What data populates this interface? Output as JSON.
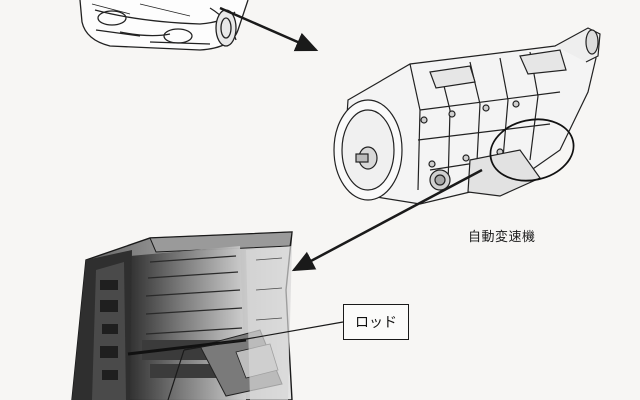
{
  "labels": {
    "transmission": "自動変速機",
    "rod": "ロッド"
  },
  "colors": {
    "paper": "#f7f6f4",
    "ink": "#1a1a1a",
    "casing_dark": "#3a3a3a",
    "casing_mid": "#6b6b6b",
    "casing_light": "#b9b9b9"
  },
  "icons": [
    "car-illustration",
    "transmission-illustration",
    "cutaway-illustration",
    "arrow",
    "highlight-ellipse"
  ]
}
